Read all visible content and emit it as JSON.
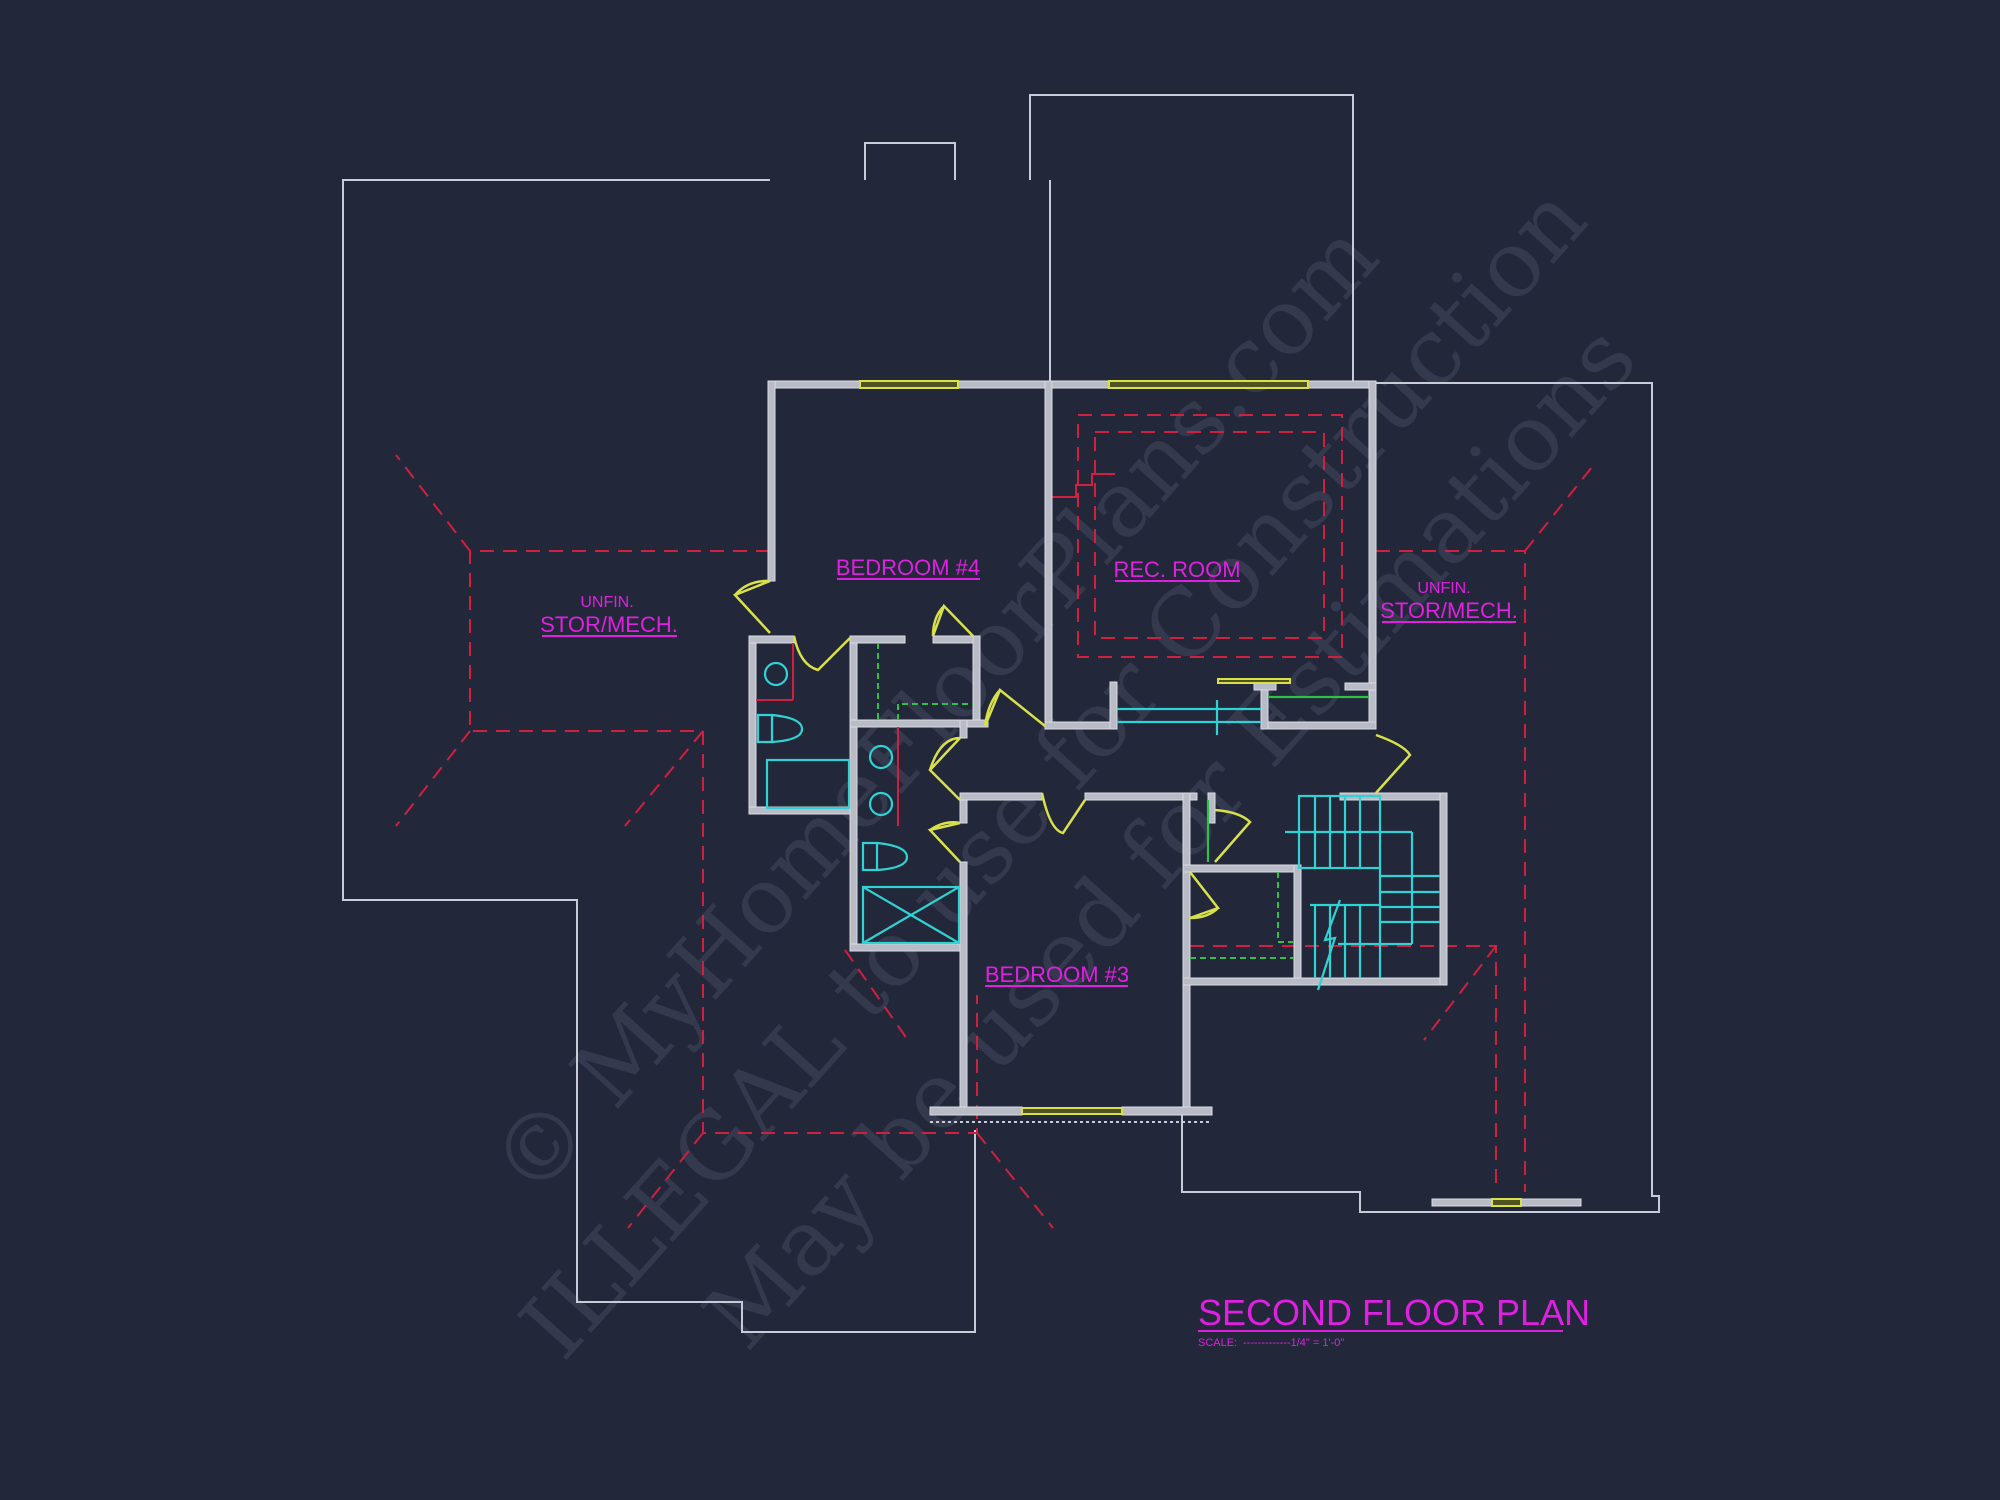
{
  "drawing": {
    "title": "SECOND FLOOR PLAN",
    "scale_label": "SCALE:",
    "scale_value": "-------------1/4\" = 1'-0\"",
    "background_color": "#22273a",
    "colors": {
      "outline": "#c9ccd8",
      "walls": "#b9bcc6",
      "ceiling_dashed": "#d0203f",
      "doors_windows": "#d8e04a",
      "fixtures_stairs": "#2fd3d3",
      "closet_shelves": "#2fc04a",
      "labels": "#e020e0"
    }
  },
  "rooms": [
    {
      "id": "unfin-left",
      "line1": "UNFIN.",
      "line2": "STOR/MECH."
    },
    {
      "id": "bedroom-4",
      "line1": "BEDROOM #4"
    },
    {
      "id": "rec-room",
      "line1": "REC. ROOM"
    },
    {
      "id": "unfin-right",
      "line1": "UNFIN.",
      "line2": "STOR/MECH."
    },
    {
      "id": "bedroom-3",
      "line1": "BEDROOM #3"
    }
  ],
  "watermark": {
    "line1": "© MyHomeFloorPlans.com",
    "line2": "ILLEGAL to use for Construction",
    "line3": "May be used for Estimations"
  }
}
